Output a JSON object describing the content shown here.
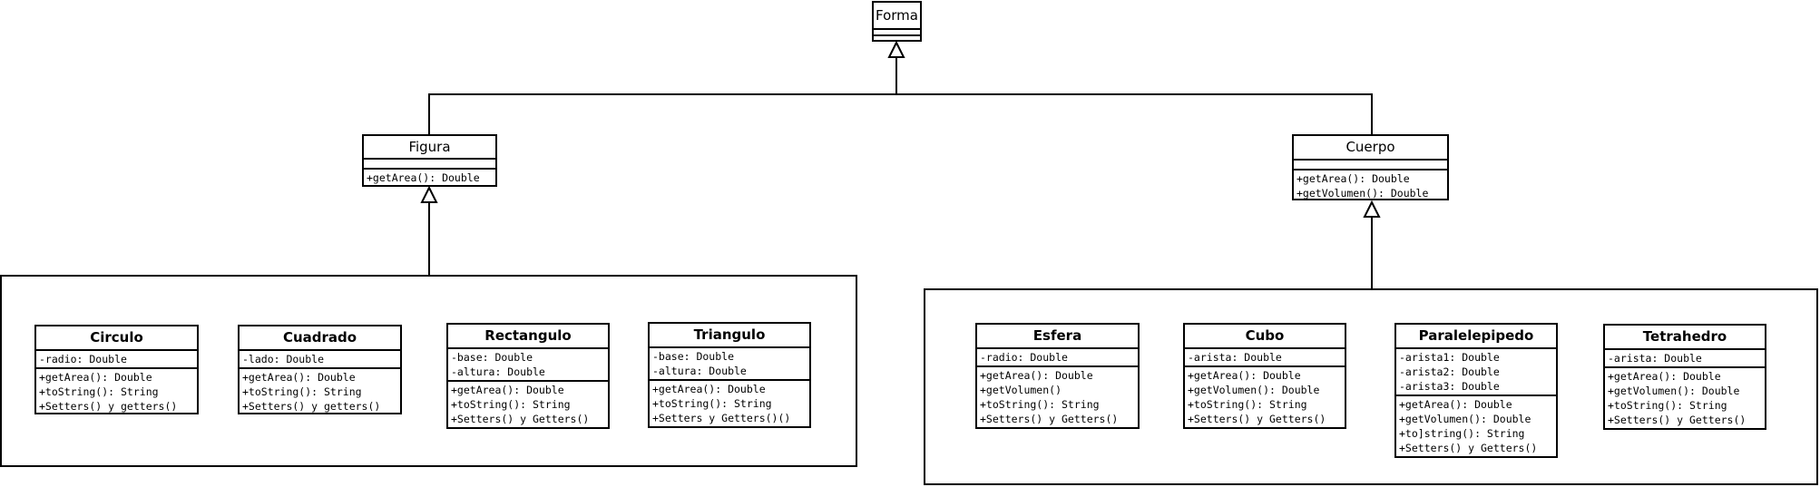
{
  "diagram": {
    "root": {
      "name": "Forma"
    },
    "figura": {
      "name": "Figura",
      "operations": [
        "+getArea(): Double"
      ]
    },
    "cuerpo": {
      "name": "Cuerpo",
      "operations": [
        "+getArea(): Double",
        "+getVolumen(): Double"
      ]
    },
    "circulo": {
      "name": "Circulo",
      "attributes": [
        "-radio: Double"
      ],
      "operations": [
        "+getArea(): Double",
        "+toString(): String",
        "+Setters() y getters()"
      ]
    },
    "cuadrado": {
      "name": "Cuadrado",
      "attributes": [
        "-lado: Double"
      ],
      "operations": [
        "+getArea(): Double",
        "+toString(): String",
        "+Setters() y getters()"
      ]
    },
    "rectangulo": {
      "name": "Rectangulo",
      "attributes": [
        "-base: Double",
        "-altura: Double"
      ],
      "operations": [
        "+getArea(): Double",
        "+toString(): String",
        "+Setters() y Getters()"
      ]
    },
    "triangulo": {
      "name": "Triangulo",
      "attributes": [
        "-base: Double",
        "-altura: Double"
      ],
      "operations": [
        "+getArea(): Double",
        "+toString(): String",
        "+Setters y Getters()()"
      ]
    },
    "esfera": {
      "name": "Esfera",
      "attributes": [
        "-radio: Double"
      ],
      "operations": [
        "+getArea(): Double",
        "+getVolumen()",
        "+toString(): String",
        "+Setters() y Getters()"
      ]
    },
    "cubo": {
      "name": "Cubo",
      "attributes": [
        "-arista: Double"
      ],
      "operations": [
        "+getArea(): Double",
        "+getVolumen(): Double",
        "+toString(): String",
        "+Setters() y Getters()"
      ]
    },
    "paralelepipedo": {
      "name": "Paralelepipedo",
      "attributes": [
        "-arista1: Double",
        "-arista2: Double",
        "-arista3: Double"
      ],
      "operations": [
        "+getArea(): Double",
        "+getVolumen(): Double",
        "+to]string(): String",
        "+Setters() y Getters()"
      ]
    },
    "tetrahedro": {
      "name": "Tetrahedro",
      "attributes": [
        "-arista: Double"
      ],
      "operations": [
        "+getArea(): Double",
        "+getVolumen(): Double",
        "+toString(): String",
        "+Setters() y Getters()"
      ]
    }
  }
}
